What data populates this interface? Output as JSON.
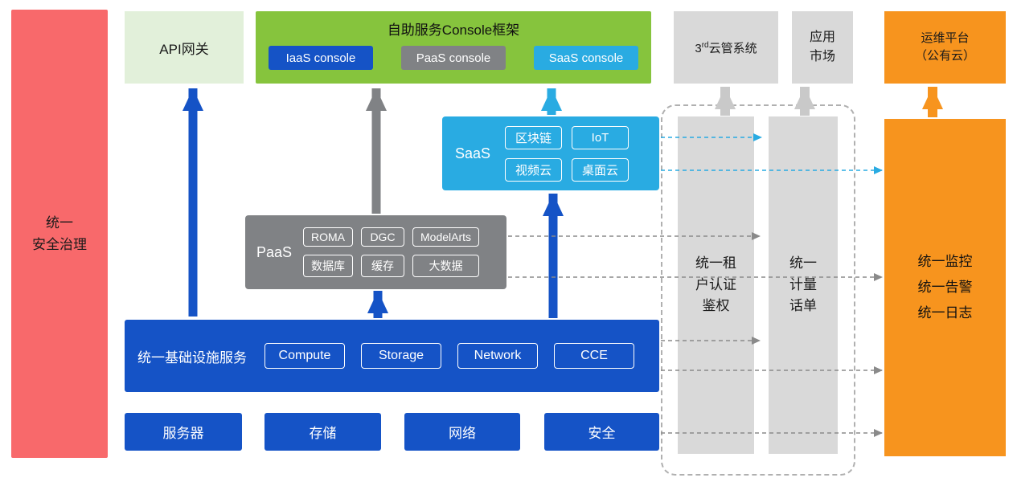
{
  "colors": {
    "blue": "#1553C6",
    "cyan": "#29ABE2",
    "green": "#86C43D",
    "light_green": "#E2F0DA",
    "gray": "#808285",
    "light_gray": "#D9D9D9",
    "red": "#F8696B",
    "orange": "#F7941E"
  },
  "security_bar": {
    "label": "统一\n安全治理"
  },
  "api_gateway": {
    "label": "API网关"
  },
  "console_framework": {
    "title": "自助服务Console框架",
    "buttons": [
      "IaaS console",
      "PaaS console",
      "SaaS console"
    ]
  },
  "third_party": {
    "prefix": "3",
    "sup": "rd",
    "suffix": "云管系统"
  },
  "app_market": {
    "label": "应用\n市场"
  },
  "om_platform": {
    "label": "运维平台\n（公有云）"
  },
  "saas": {
    "label": "SaaS",
    "chips": [
      "区块链",
      "IoT",
      "视频云",
      "桌面云"
    ]
  },
  "paas": {
    "label": "PaaS",
    "chips": [
      "ROMA",
      "DGC",
      "ModelArts",
      "数据库",
      "缓存",
      "大数据"
    ]
  },
  "infrastructure": {
    "label": "统一基础设施服务",
    "chips": [
      "Compute",
      "Storage",
      "Network",
      "CCE"
    ]
  },
  "resources": [
    "服务器",
    "存储",
    "网络",
    "安全"
  ],
  "auth_bar": {
    "label": "统一租\n户认证\n鉴权"
  },
  "metering_bar": {
    "label": "统一\n计量\n话单"
  },
  "monitor_bar": {
    "label": "统一监控\n统一告警\n统一日志"
  }
}
